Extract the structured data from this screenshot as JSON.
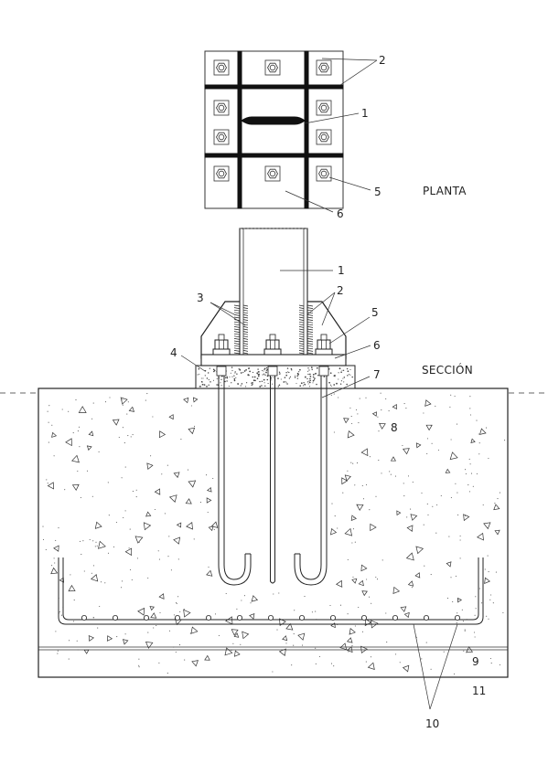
{
  "diagram": {
    "plan_title": "PLANTA",
    "section_title": "SECCIÓN",
    "plan_callouts": {
      "c1": "1",
      "c2": "2",
      "c5": "5",
      "c6": "6"
    },
    "section_callouts": {
      "c1": "1",
      "c2": "2",
      "c3": "3",
      "c4": "4",
      "c5": "5",
      "c6": "6",
      "c7": "7",
      "c8": "8",
      "c9": "9",
      "c10": "10",
      "c11": "11"
    },
    "colors": {
      "line": "#222222",
      "steel": "#111111",
      "background": "#ffffff"
    },
    "icons": {
      "bolt": "hex-nut-icon",
      "aggregate": "triangle-aggregate-icon"
    }
  }
}
